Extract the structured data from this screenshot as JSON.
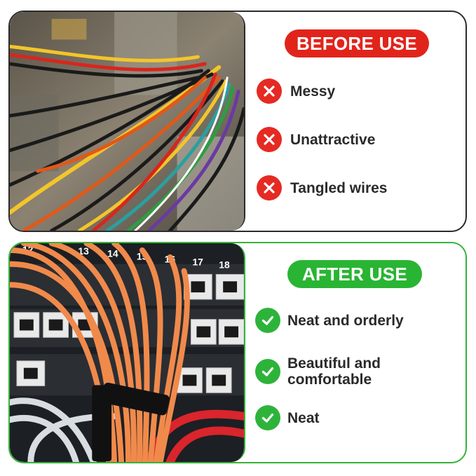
{
  "before": {
    "heading": "BEFORE USE",
    "items": [
      {
        "label": "Messy",
        "icon": "x-icon"
      },
      {
        "label": "Unattractive",
        "icon": "x-icon"
      },
      {
        "label": "Tangled wires",
        "icon": "x-icon"
      }
    ]
  },
  "after": {
    "heading": "AFTER USE",
    "items": [
      {
        "label": "Neat and orderly",
        "icon": "check-icon"
      },
      {
        "label": "Beautiful and\ncomfortable",
        "icon": "check-icon"
      },
      {
        "label": "Neat",
        "icon": "check-icon"
      }
    ]
  },
  "patch_panel": {
    "port_numbers": [
      "12",
      "13",
      "14",
      "15",
      "16",
      "17",
      "18"
    ]
  },
  "colors": {
    "before_accent": "#e1241b",
    "after_accent": "#29b533",
    "text": "#2a2a2a"
  }
}
